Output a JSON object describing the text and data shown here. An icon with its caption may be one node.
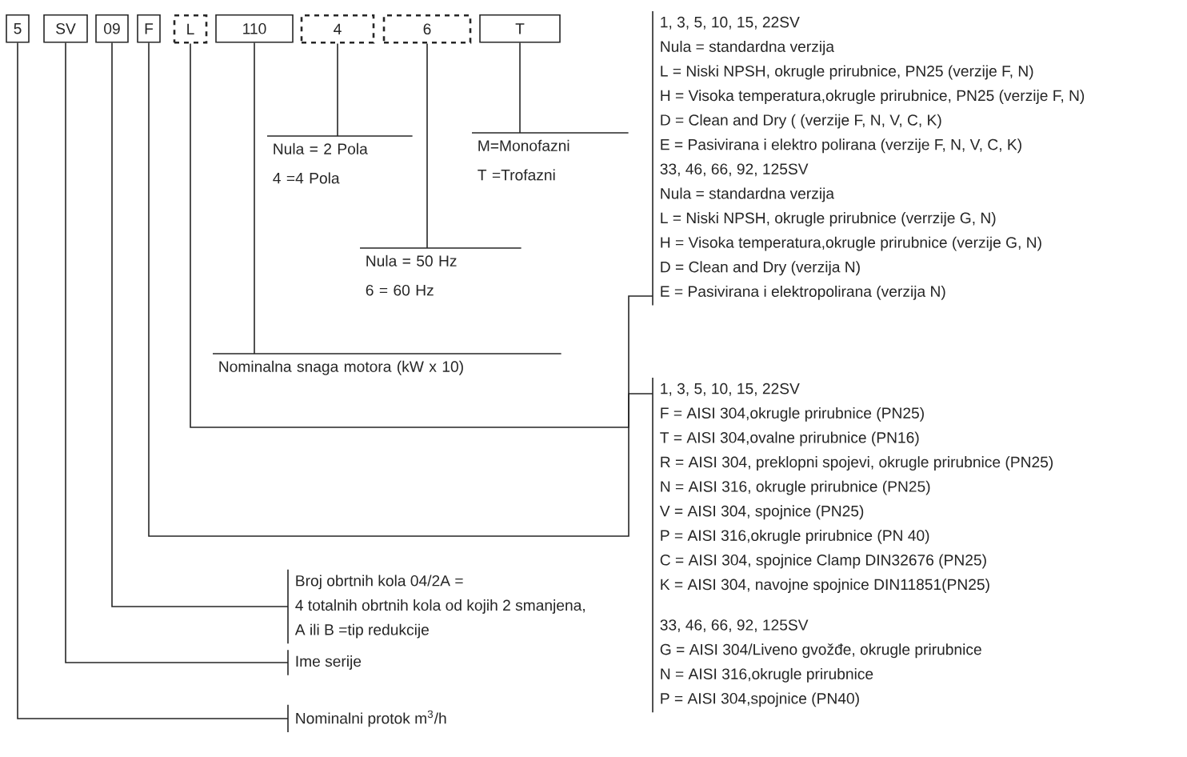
{
  "diagram": {
    "nodes": [
      {
        "text": [
          "5"
        ]
      },
      {
        "text": [
          "SV"
        ]
      },
      {
        "text": [
          "09"
        ]
      },
      {
        "text": [
          "F"
        ]
      },
      {
        "text": [
          "L"
        ]
      },
      {
        "text": [
          "110"
        ]
      },
      {
        "text": [
          "4"
        ]
      },
      {
        "text": [
          "6"
        ]
      },
      {
        "text": [
          "T"
        ]
      },
      {
        "text": [
          "Nula = 2 Pola",
          "4 =4 Pola"
        ]
      },
      {
        "text": [
          "M=Monofazni",
          "T =Trofazni"
        ]
      },
      {
        "text": [
          "Nula = 50 Hz",
          "6 = 60 Hz"
        ]
      },
      {
        "text": [
          "Nominalna snaga motora (kW x 10)"
        ]
      },
      {
        "text": [
          "1, 3, 5, 10, 15, 22SV",
          "Nula = standardna verzija",
          "L = Niski NPSH, okrugle prirubnice, PN25 (verzije F, N)",
          "H = Visoka temperatura,okrugle prirubnice, PN25 (verzije F, N)",
          "D = Clean and Dry ( (verzije F, N, V, C, K)",
          "E = Pasivirana i elektro polirana (verzije F, N, V, C, K)",
          "33, 46, 66, 92, 125SV",
          "Nula = standardna verzija",
          "L = Niski NPSH, okrugle prirubnice (verrzije G, N)",
          "H = Visoka temperatura,okrugle prirubnice (verzije G, N)",
          "D = Clean and Dry (verzija N)",
          "E = Pasivirana i elektropolirana (verzija N)"
        ]
      },
      {
        "text": [
          "1, 3, 5, 10, 15, 22SV",
          "F = AISI 304,okrugle prirubnice (PN25)",
          "T = AISI 304,ovalne prirubnice (PN16)",
          "R = AISI 304, preklopni spojevi, okrugle prirubnice (PN25)",
          "N = AISI 316, okrugle prirubnice (PN25)",
          "V = AISI 304, spojnice (PN25)",
          "P = AISI 316,okrugle prirubnice (PN 40)",
          "C = AISI 304, spojnice Clamp DIN32676 (PN25)",
          "K = AISI 304, navojne spojnice DIN11851(PN25)",
          "33, 46, 66, 92, 125SV",
          "G = AISI 304/Liveno gvožđe, okrugle prirubnice",
          "N = AISI 316,okrugle prirubnice",
          "P = AISI 304,spojnice (PN40)"
        ]
      },
      {
        "text": [
          "Broj obrtnih kola 04/2A =",
          "4 totalnih obrtnih kola od kojih 2 smanjena,",
          "A ili B =tip redukcije"
        ]
      },
      {
        "text": [
          "Ime serije"
        ]
      },
      {
        "text": [
          "Nominalni protok m$^{3}$/h"
        ]
      }
    ],
    "edges": [
      {
        "from": 0,
        "to": 17,
        "arrow": "none"
      },
      {
        "from": 1,
        "to": 16,
        "arrow": "none"
      },
      {
        "from": 2,
        "to": 15,
        "arrow": "none"
      },
      {
        "from": 3,
        "to": 14,
        "arrow": "none"
      },
      {
        "from": 4,
        "to": 13,
        "arrow": "none"
      },
      {
        "from": 5,
        "to": 12,
        "arrow": "none"
      },
      {
        "from": 6,
        "to": 9,
        "arrow": "none"
      },
      {
        "from": 7,
        "to": 11,
        "arrow": "none"
      },
      {
        "from": 8,
        "to": 10,
        "arrow": "none"
      }
    ]
  }
}
